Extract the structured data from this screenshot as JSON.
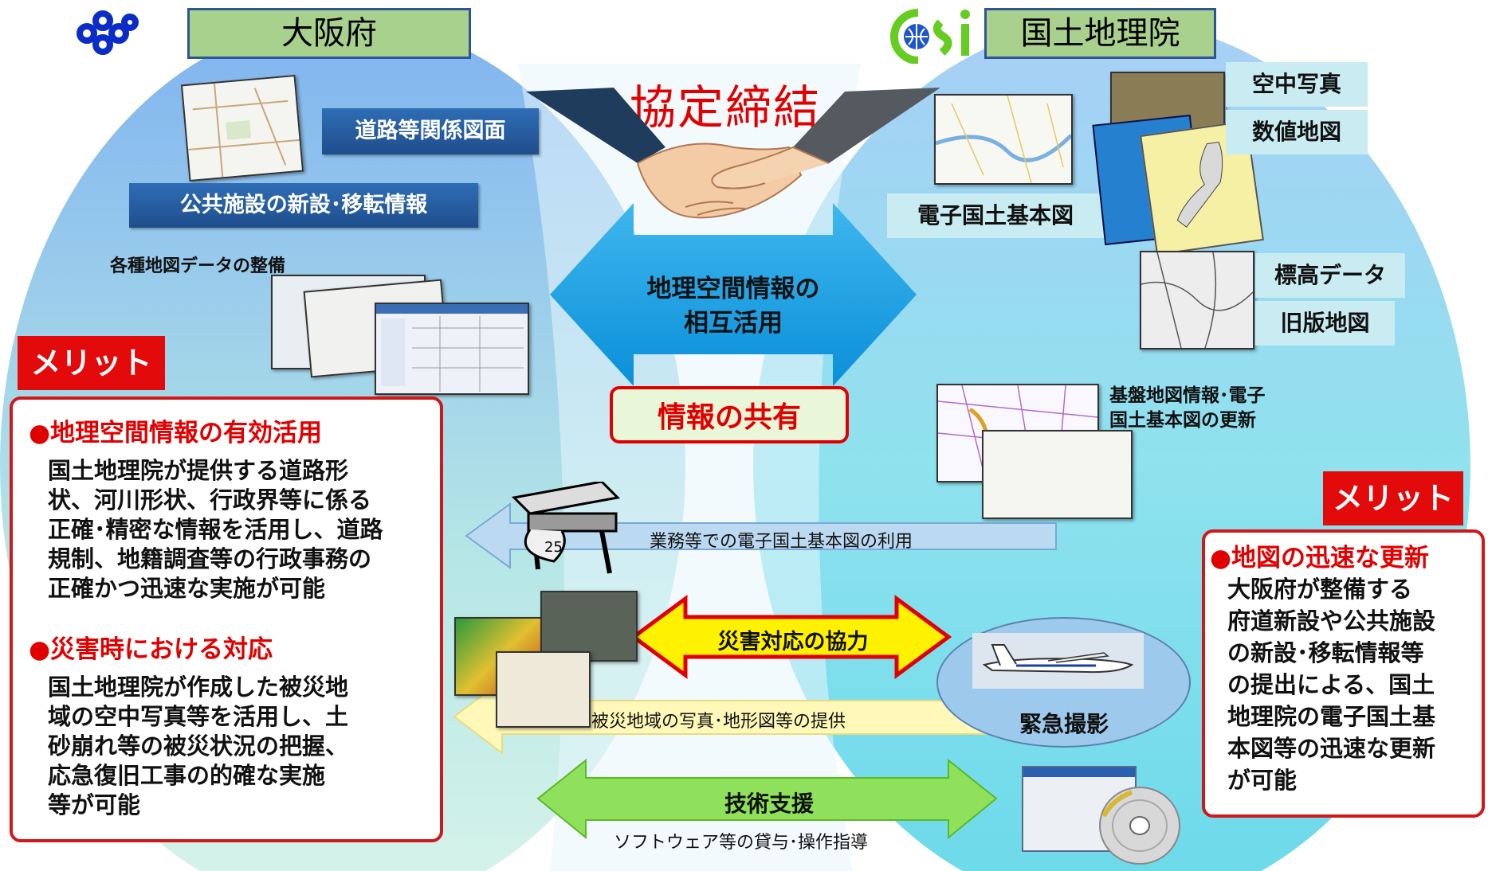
{
  "left_org": {
    "name": "大阪府",
    "logo": "osaka-pref-logo"
  },
  "right_org": {
    "name": "国土地理院",
    "logo": "gsi-logo"
  },
  "agreement_title": "協定締結",
  "center": {
    "mutual_use": [
      "地理空間情報の",
      "相互活用"
    ],
    "sharing": "情報の共有"
  },
  "left_items": {
    "road_drawings": "道路等関係図面",
    "facilities": "公共施設の新設･移転情報",
    "map_data": "各種地図データの整備"
  },
  "right_items": {
    "aerial": "空中写真",
    "digital_map": "数値地図",
    "base_map": "電子国土基本図",
    "elevation": "標高データ",
    "old_map": "旧版地図",
    "update": [
      "基盤地図情報･電子",
      "国土基本図の更新"
    ]
  },
  "flows": {
    "use_base_map": "業務等での電子国土基本図の利用",
    "disaster_coop": "災害対応の協力",
    "emergency_photo": "緊急撮影",
    "disaster_photos": "被災地域の写真･地形図等の提供",
    "tech_support": "技術支援",
    "software": "ソフトウェア等の貸与･操作指導"
  },
  "left_merit": {
    "tag": "メリット",
    "heading1": "●地理空間情報の有効活用",
    "text1": [
      "国土地理院が提供する道路形",
      "状、河川形状、行政界等に係る",
      "正確･精密な情報を活用し、道路",
      "規制、地籍調査等の行政事務の",
      "正確かつ迅速な実施が可能"
    ],
    "heading2": "●災害時における対応",
    "text2": [
      "国土地理院が作成した被災地",
      "域の空中写真等を活用し、土",
      "砂崩れ等の被災状況の把握、",
      "応急復旧工事の的確な実施",
      "等が可能"
    ]
  },
  "right_merit": {
    "tag": "メリット",
    "heading": "●地図の迅速な更新",
    "text": [
      "大阪府が整備する",
      "府道新設や公共施設",
      "の新設･移転情報等",
      "の提出による、国土",
      "地理院の電子国土基",
      "本図等の迅速な更新",
      "が可能"
    ]
  },
  "colors": {
    "left_circle": "#8fc1f0",
    "right_circle": "#7fd9ec",
    "accent_red": "#e00000",
    "navy_label": "#1f4e8c",
    "center_arrow": "#14a0e6"
  }
}
